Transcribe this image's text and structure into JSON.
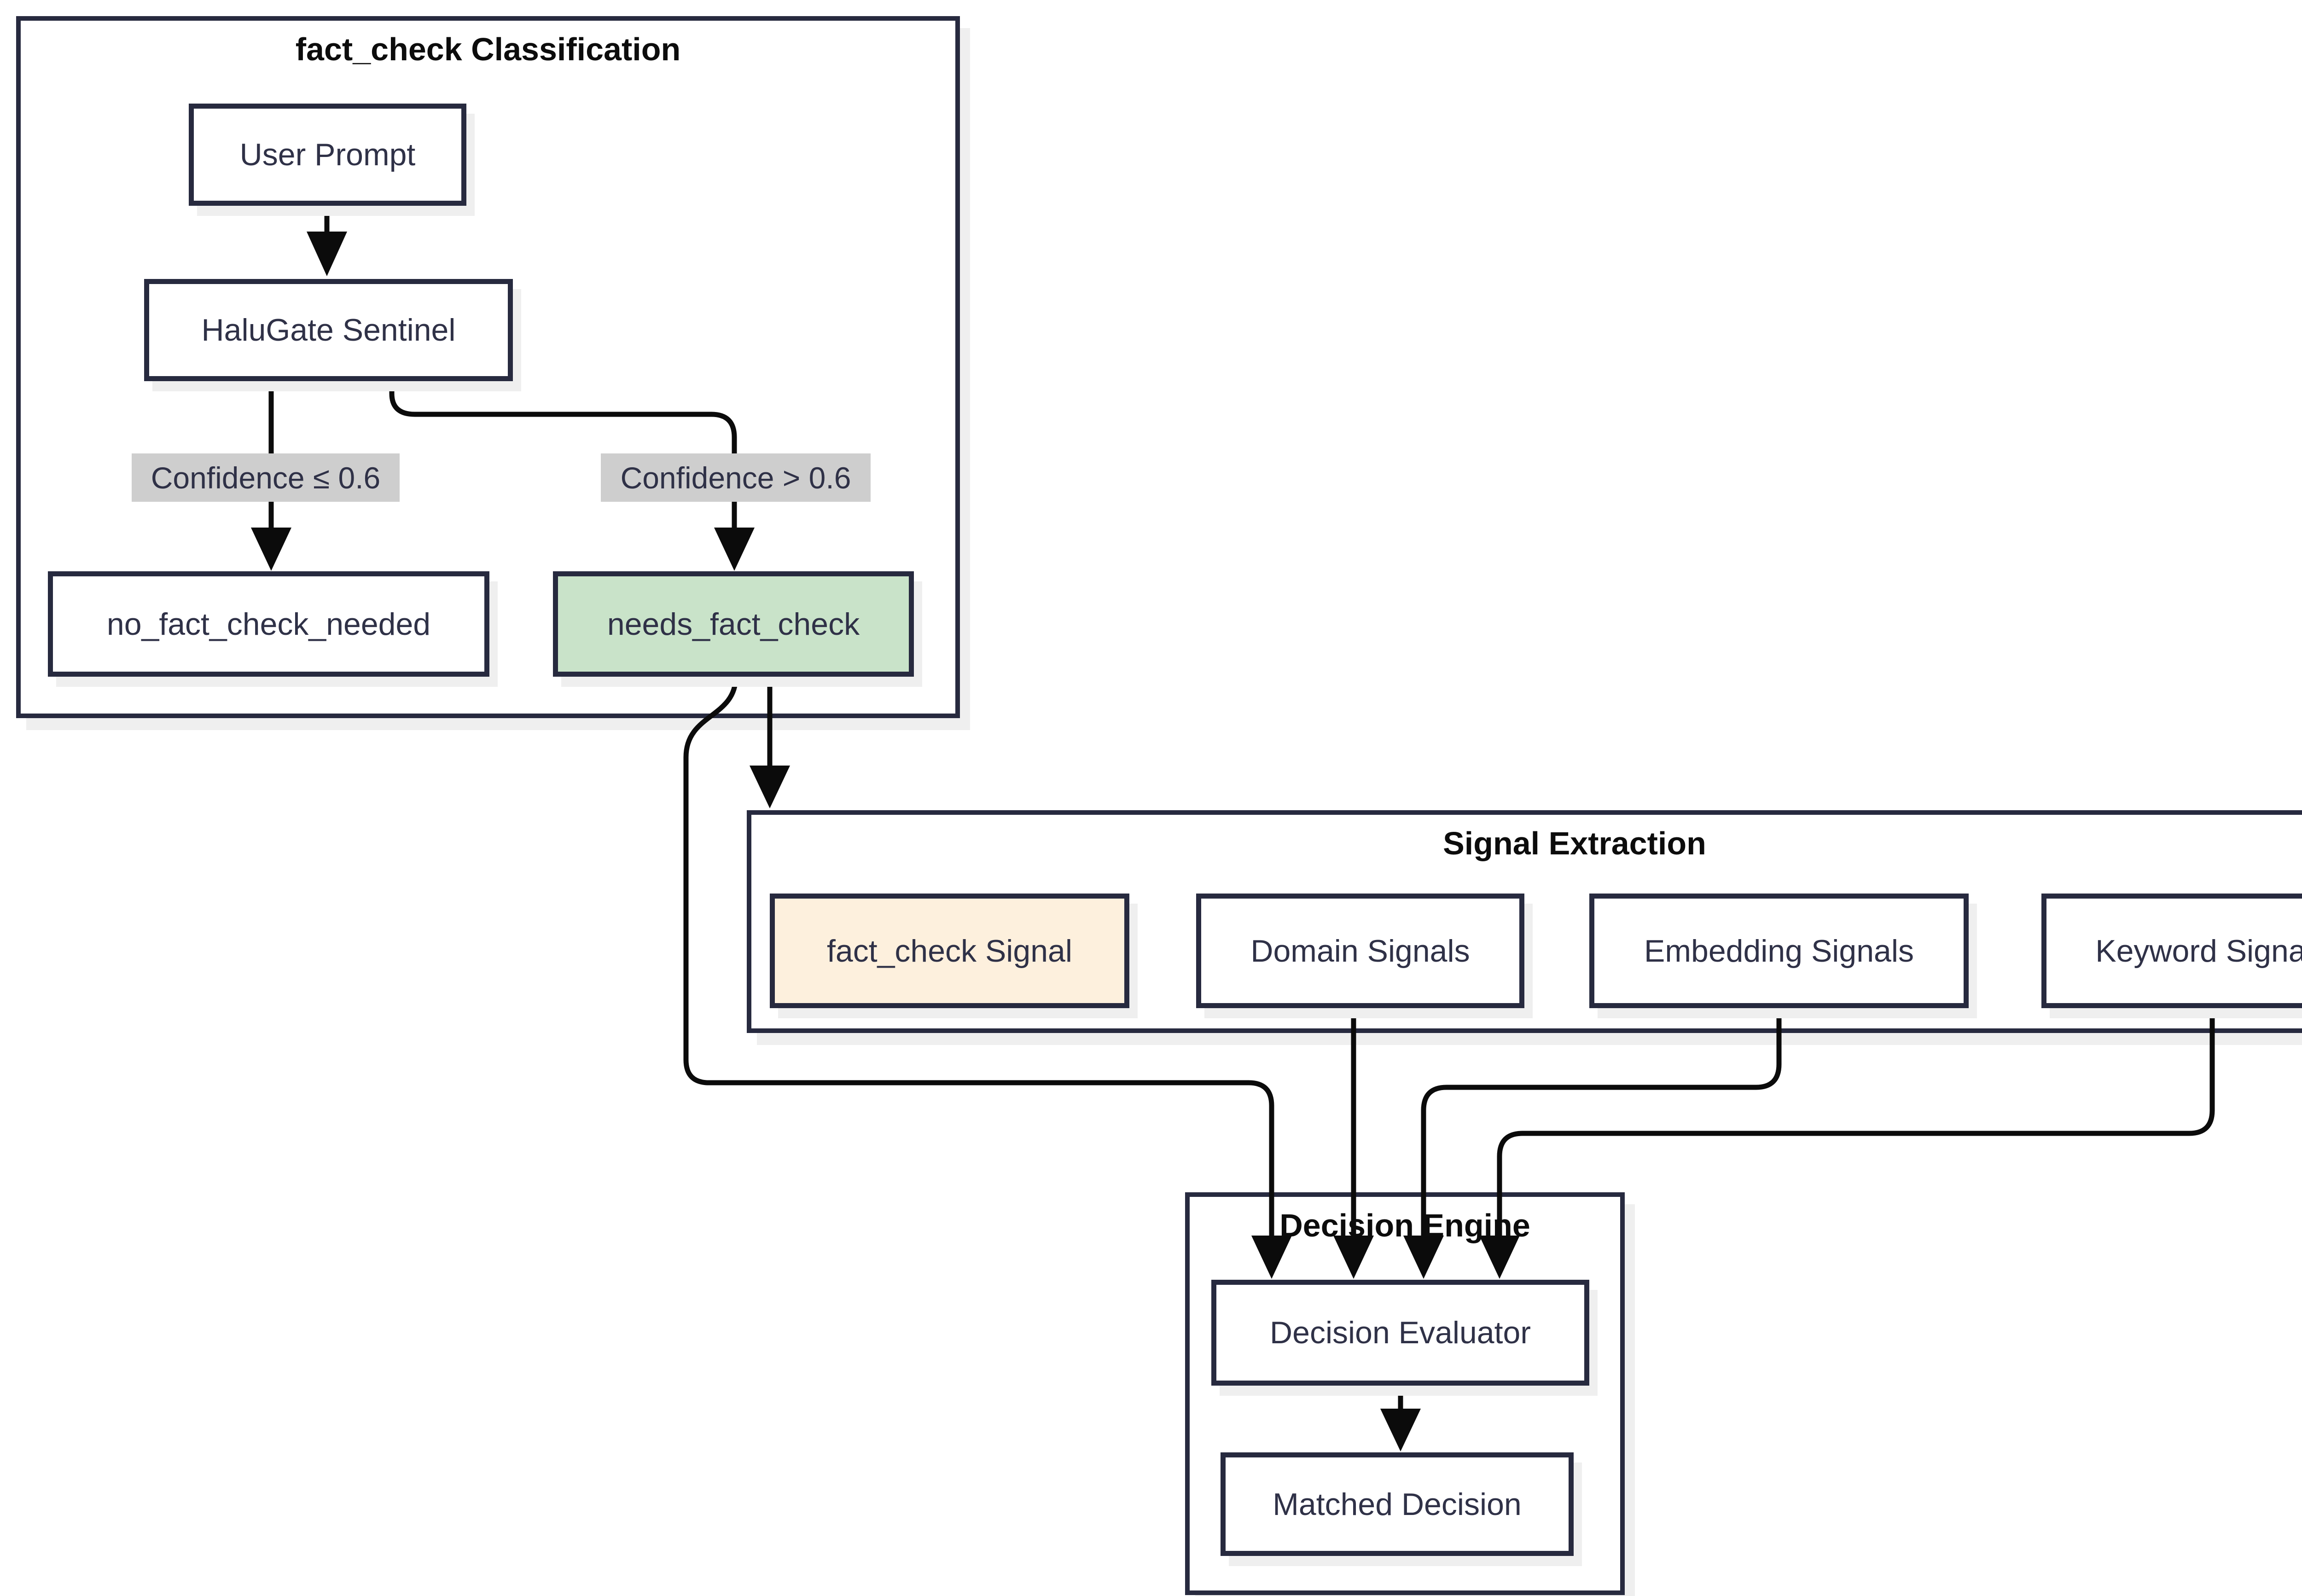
{
  "diagram": {
    "type": "flowchart",
    "background": "#ffffff",
    "colors": {
      "node_border": "#272a3f",
      "node_text": "#2f3147",
      "title_text": "#0c0c0c",
      "edge_stroke": "#0b0b0b",
      "edge_label_bg": "#cecece",
      "shadow": "#efefef",
      "highlight_green": "#c9e3c9",
      "highlight_peach": "#fdf0dd",
      "node_fill_default": "#ffffff"
    },
    "subgraphs": [
      {
        "id": "classification",
        "title": "fact_check Classification"
      },
      {
        "id": "signal_extraction",
        "title": "Signal Extraction"
      },
      {
        "id": "decision_engine",
        "title": "Decision Engine"
      }
    ],
    "nodes": [
      {
        "id": "user_prompt",
        "label": "User Prompt",
        "fill": "#ffffff"
      },
      {
        "id": "halugate_sentinel",
        "label": "HaluGate Sentinel",
        "fill": "#ffffff"
      },
      {
        "id": "no_fact_check_needed",
        "label": "no_fact_check_needed",
        "fill": "#ffffff"
      },
      {
        "id": "needs_fact_check",
        "label": "needs_fact_check",
        "fill": "#c9e3c9"
      },
      {
        "id": "fact_check_signal",
        "label": "fact_check Signal",
        "fill": "#fdf0dd"
      },
      {
        "id": "domain_signals",
        "label": "Domain Signals",
        "fill": "#ffffff"
      },
      {
        "id": "embedding_signals",
        "label": "Embedding Signals",
        "fill": "#ffffff"
      },
      {
        "id": "keyword_signals",
        "label": "Keyword Signals",
        "fill": "#ffffff"
      },
      {
        "id": "decision_evaluator",
        "label": "Decision Evaluator",
        "fill": "#ffffff"
      },
      {
        "id": "matched_decision",
        "label": "Matched Decision",
        "fill": "#ffffff"
      }
    ],
    "edge_labels": [
      {
        "id": "confidence_le",
        "text": "Confidence ≤ 0.6"
      },
      {
        "id": "confidence_gt",
        "text": "Confidence > 0.6"
      }
    ],
    "edges": [
      {
        "from": "user_prompt",
        "to": "halugate_sentinel",
        "label": ""
      },
      {
        "from": "halugate_sentinel",
        "to": "no_fact_check_needed",
        "label": "Confidence ≤ 0.6"
      },
      {
        "from": "halugate_sentinel",
        "to": "needs_fact_check",
        "label": "Confidence > 0.6"
      },
      {
        "from": "needs_fact_check",
        "to": "signal_extraction",
        "label": ""
      },
      {
        "from": "needs_fact_check",
        "to": "decision_evaluator",
        "label": ""
      },
      {
        "from": "domain_signals",
        "to": "decision_evaluator",
        "label": ""
      },
      {
        "from": "embedding_signals",
        "to": "decision_evaluator",
        "label": ""
      },
      {
        "from": "keyword_signals",
        "to": "decision_evaluator",
        "label": ""
      },
      {
        "from": "decision_evaluator",
        "to": "matched_decision",
        "label": ""
      }
    ]
  }
}
